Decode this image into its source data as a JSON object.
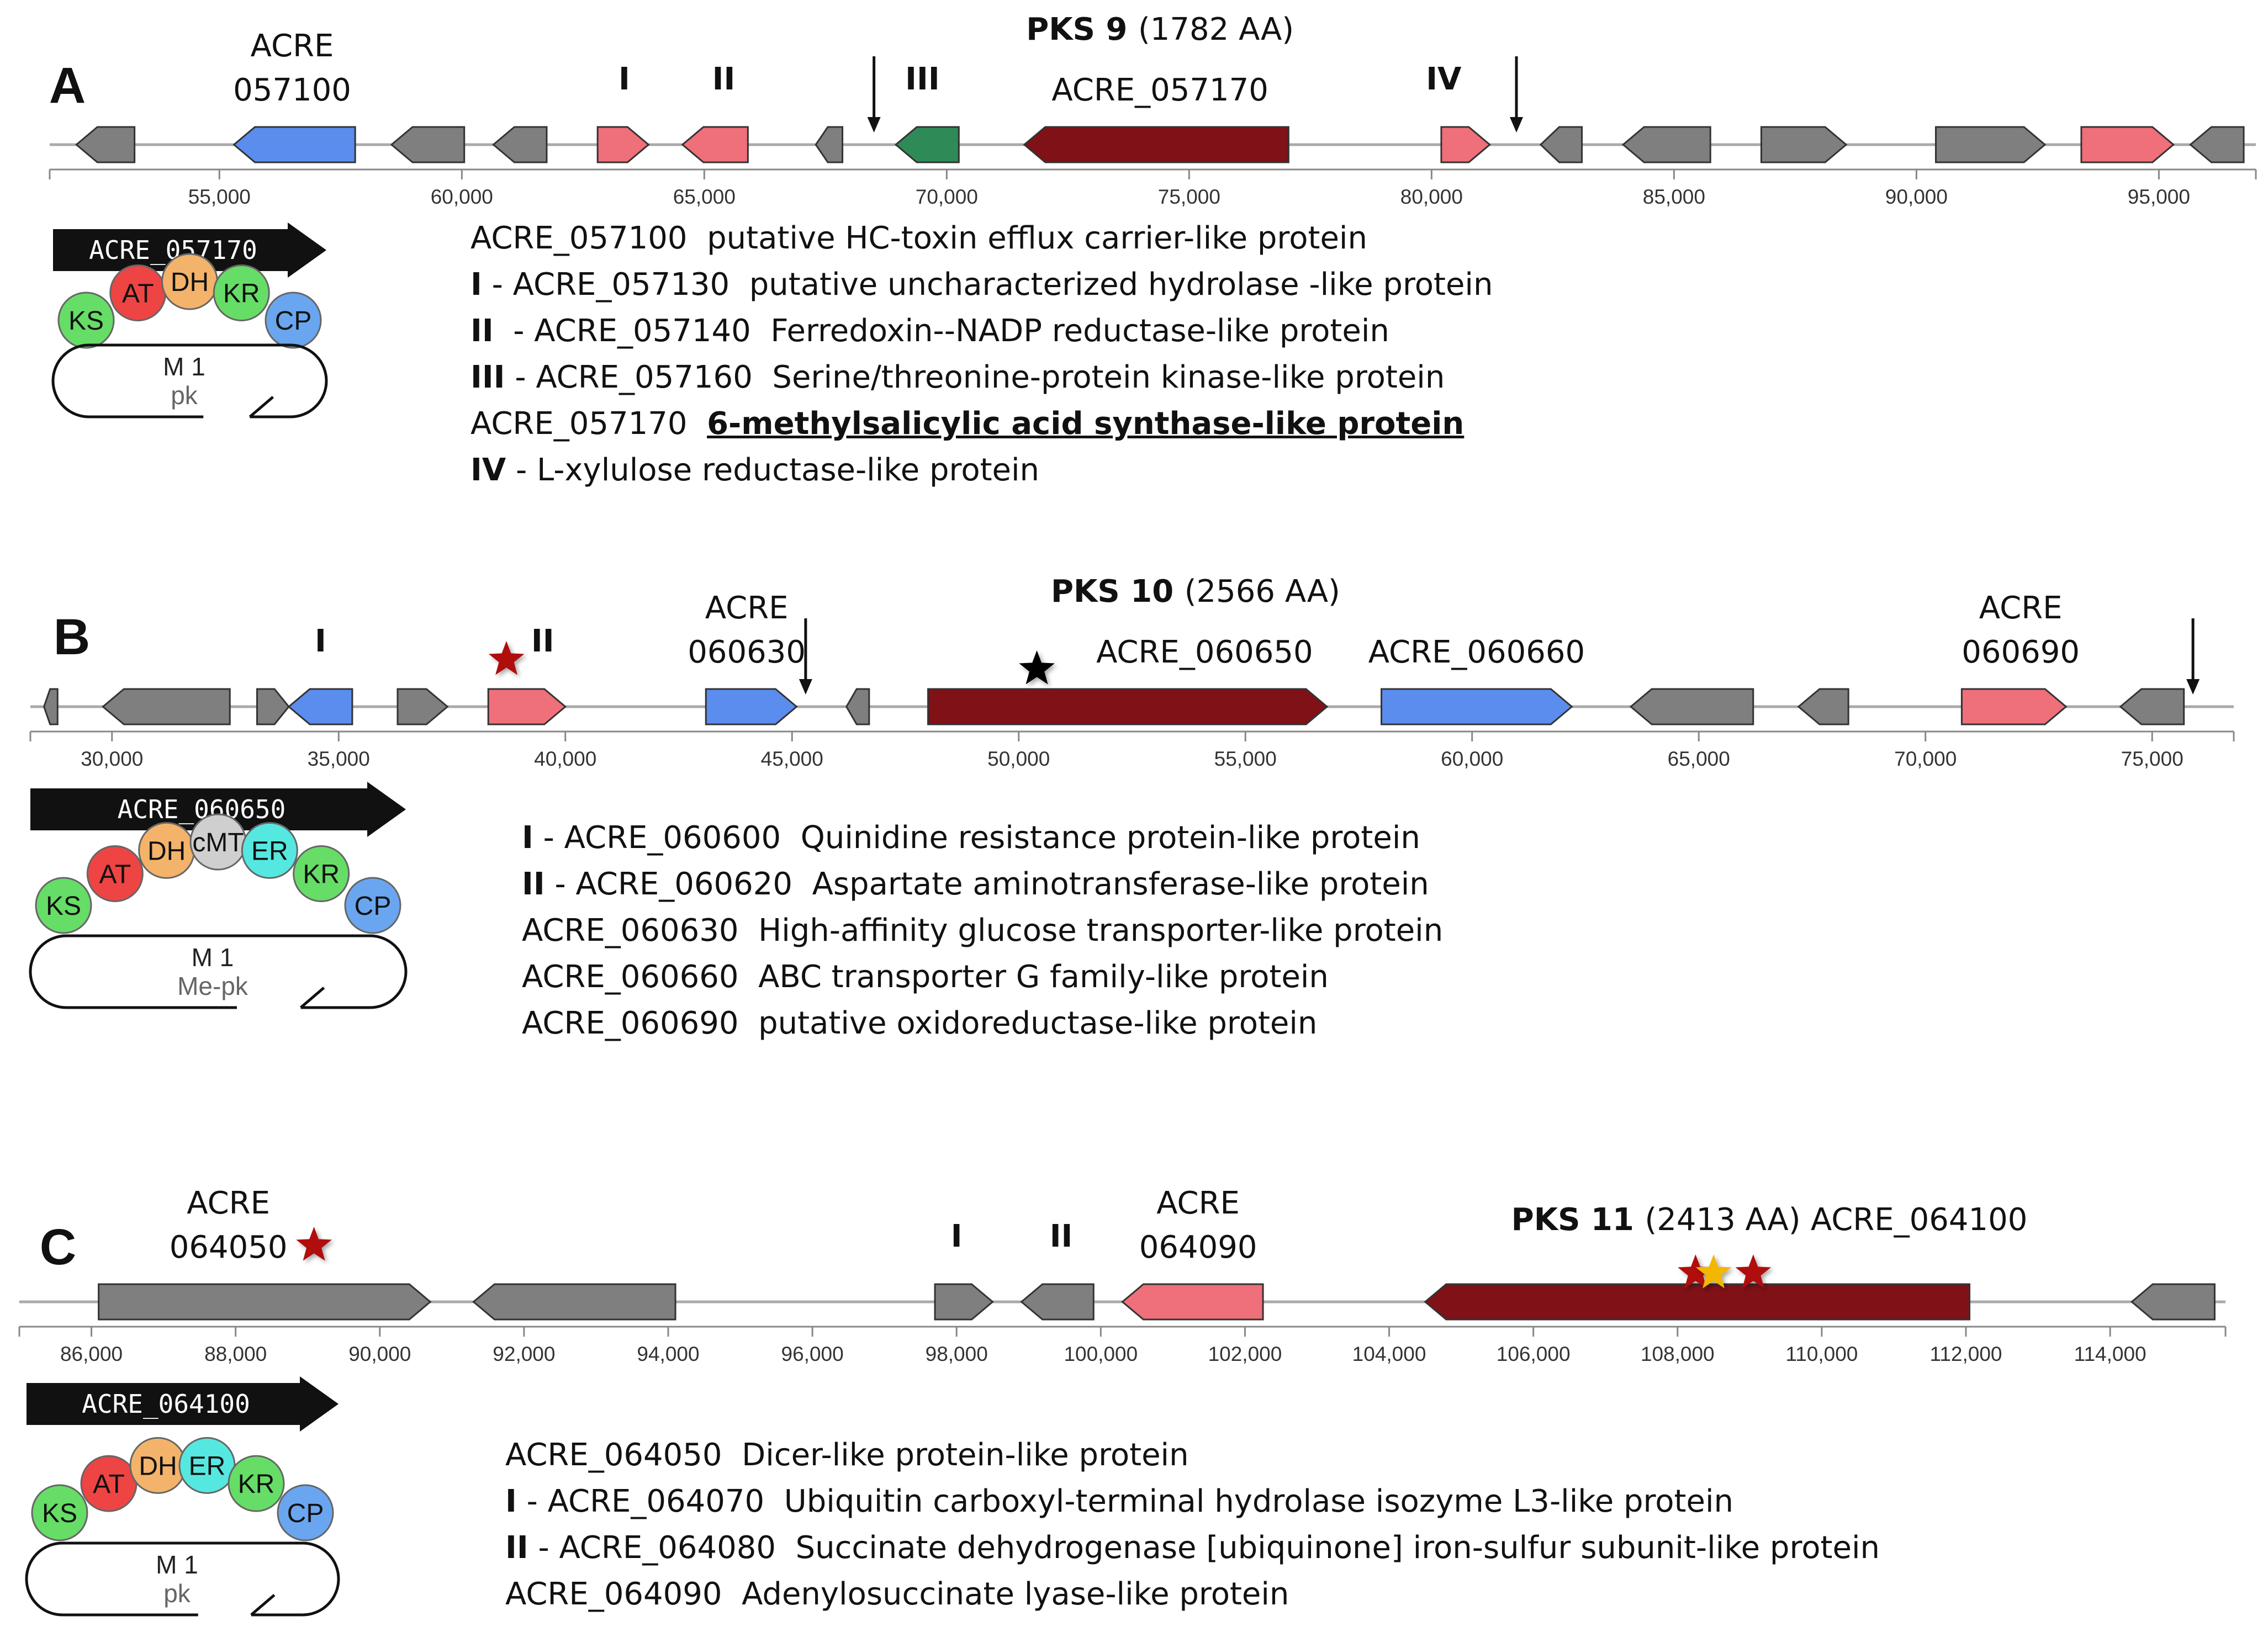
{
  "colors": {
    "gray": "#7f7f7f",
    "blue": "#5b8def",
    "pink": "#ef6f7a",
    "green": "#2e8b57",
    "darkred": "#7f1117",
    "star_red": "#b00a0a",
    "star_gold": "#f2b705",
    "ks": "#66dd66",
    "at": "#ee4444",
    "dh": "#f4b36a",
    "kr": "#66dd66",
    "cp": "#6aa6f0",
    "er": "#55e8e0",
    "cmt": "#cfcfcf"
  },
  "panels": [
    {
      "id": "A",
      "letter": "A",
      "axis": {
        "min": 51500,
        "max": 97000,
        "ticks": [
          55000,
          60000,
          65000,
          70000,
          75000,
          80000,
          85000,
          90000,
          95000
        ],
        "tick_labels": [
          "55,000",
          "60,000",
          "65,000",
          "70,000",
          "75,000",
          "80,000",
          "85,000",
          "90,000",
          "95,000"
        ]
      },
      "genes": [
        {
          "start": 52050,
          "end": 53250,
          "strand": "-",
          "color": "gray"
        },
        {
          "start": 55300,
          "end": 57800,
          "strand": "-",
          "color": "blue"
        },
        {
          "start": 58550,
          "end": 60050,
          "strand": "-",
          "color": "gray"
        },
        {
          "start": 60650,
          "end": 61750,
          "strand": "-",
          "color": "gray"
        },
        {
          "start": 62800,
          "end": 63850,
          "strand": "+",
          "color": "pink"
        },
        {
          "start": 64550,
          "end": 65900,
          "strand": "-",
          "color": "pink"
        },
        {
          "start": 67300,
          "end": 67850,
          "strand": "-",
          "color": "gray"
        },
        {
          "start": 68950,
          "end": 70250,
          "strand": "-",
          "color": "green"
        },
        {
          "start": 71600,
          "end": 77050,
          "strand": "-",
          "color": "darkred"
        },
        {
          "start": 80200,
          "end": 81200,
          "strand": "+",
          "color": "pink"
        },
        {
          "start": 82250,
          "end": 83100,
          "strand": "-",
          "color": "gray"
        },
        {
          "start": 83950,
          "end": 85750,
          "strand": "-",
          "color": "gray"
        },
        {
          "start": 86800,
          "end": 88550,
          "strand": "+",
          "color": "gray"
        },
        {
          "start": 90400,
          "end": 92650,
          "strand": "+",
          "color": "gray"
        },
        {
          "start": 93400,
          "end": 95300,
          "strand": "+",
          "color": "pink"
        },
        {
          "start": 95650,
          "end": 96750,
          "strand": "-",
          "color": "gray"
        }
      ],
      "labels": [
        {
          "pos": 56500,
          "lines": [
            "ACRE",
            "057100"
          ]
        },
        {
          "pos": 63350,
          "lines": [
            "I"
          ],
          "bold": true
        },
        {
          "pos": 65400,
          "lines": [
            "II"
          ],
          "bold": true
        },
        {
          "pos": 69500,
          "lines": [
            "III"
          ],
          "bold": true
        },
        {
          "pos": 74400,
          "lines": [
            "ACRE_057170"
          ]
        },
        {
          "pos": 80250,
          "lines": [
            "IV"
          ],
          "bold": true
        }
      ],
      "pks_title": {
        "pos": 74400,
        "name": "PKS 9",
        "size": "(1782 AA)"
      },
      "arrows": [
        68500,
        81750
      ],
      "stars": [],
      "domain_arrow_label": "ACRE_057170",
      "domains": [
        {
          "n": "KS",
          "c": "ks"
        },
        {
          "n": "AT",
          "c": "at"
        },
        {
          "n": "DH",
          "c": "dh"
        },
        {
          "n": "KR",
          "c": "kr"
        },
        {
          "n": "CP",
          "c": "cp"
        }
      ],
      "module": {
        "title": "M 1",
        "sub": "pk"
      },
      "descriptions": [
        {
          "prefix": "",
          "text": "ACRE_057100  putative HC-toxin efflux carrier-like protein"
        },
        {
          "prefix": "I",
          "text": " - ACRE_057130  putative uncharacterized hydrolase -like protein"
        },
        {
          "prefix": "II",
          "text": "  - ACRE_057140  Ferredoxin--NADP reductase-like protein"
        },
        {
          "prefix": "III",
          "text": " - ACRE_057160  Serine/threonine-protein kinase-like protein"
        },
        {
          "prefix": "",
          "text": "ACRE_057170  ",
          "emph": "6-methylsalicylic acid synthase-like protein"
        },
        {
          "prefix": "IV",
          "text": " - L-xylulose reductase-like protein"
        }
      ]
    },
    {
      "id": "B",
      "letter": "B",
      "axis": {
        "min": 28200,
        "max": 76800,
        "ticks": [
          30000,
          35000,
          40000,
          45000,
          50000,
          55000,
          60000,
          65000,
          70000,
          75000
        ],
        "tick_labels": [
          "30,000",
          "35,000",
          "40,000",
          "45,000",
          "50,000",
          "55,000",
          "60,000",
          "65,000",
          "70,000",
          "75,000"
        ]
      },
      "genes": [
        {
          "start": 28500,
          "end": 28800,
          "strand": "-",
          "color": "gray"
        },
        {
          "start": 29800,
          "end": 32600,
          "strand": "-",
          "color": "gray"
        },
        {
          "start": 33200,
          "end": 33900,
          "strand": "+",
          "color": "gray"
        },
        {
          "start": 33900,
          "end": 35300,
          "strand": "-",
          "color": "blue"
        },
        {
          "start": 36300,
          "end": 37400,
          "strand": "+",
          "color": "gray"
        },
        {
          "start": 38300,
          "end": 40000,
          "strand": "+",
          "color": "pink"
        },
        {
          "start": 43100,
          "end": 45100,
          "strand": "+",
          "color": "blue"
        },
        {
          "start": 46200,
          "end": 46700,
          "strand": "-",
          "color": "gray"
        },
        {
          "start": 48000,
          "end": 56800,
          "strand": "+",
          "color": "darkred"
        },
        {
          "start": 58000,
          "end": 62200,
          "strand": "+",
          "color": "blue"
        },
        {
          "start": 63500,
          "end": 66200,
          "strand": "-",
          "color": "gray"
        },
        {
          "start": 67200,
          "end": 68300,
          "strand": "-",
          "color": "gray"
        },
        {
          "start": 70800,
          "end": 73100,
          "strand": "+",
          "color": "pink"
        },
        {
          "start": 74300,
          "end": 75700,
          "strand": "-",
          "color": "gray"
        }
      ],
      "labels": [
        {
          "pos": 34600,
          "lines": [
            "I"
          ],
          "bold": true
        },
        {
          "pos": 39500,
          "lines": [
            "II"
          ],
          "bold": true
        },
        {
          "pos": 44000,
          "lines": [
            "ACRE",
            "060630"
          ]
        },
        {
          "pos": 54100,
          "lines": [
            "ACRE_060650"
          ],
          "star_before": true
        },
        {
          "pos": 60100,
          "lines": [
            "ACRE_060660"
          ]
        },
        {
          "pos": 72100,
          "lines": [
            "ACRE",
            "060690"
          ]
        }
      ],
      "pks_title": {
        "pos": 53900,
        "name": "PKS 10",
        "size": "(2566 AA)"
      },
      "arrows": [
        45300,
        75900
      ],
      "stars": [
        {
          "pos": 38700,
          "color": "star_red",
          "level": "high"
        },
        {
          "pos": 50400,
          "color": "black",
          "level": "mid"
        }
      ],
      "domain_arrow_label": "ACRE_060650",
      "domains": [
        {
          "n": "KS",
          "c": "ks"
        },
        {
          "n": "AT",
          "c": "at"
        },
        {
          "n": "DH",
          "c": "dh"
        },
        {
          "n": "cMT",
          "c": "cmt"
        },
        {
          "n": "ER",
          "c": "er"
        },
        {
          "n": "KR",
          "c": "kr"
        },
        {
          "n": "CP",
          "c": "cp"
        }
      ],
      "module": {
        "title": "M 1",
        "sub": "Me-pk"
      },
      "descriptions": [
        {
          "prefix": "I",
          "text": " - ACRE_060600  Quinidine resistance protein-like protein"
        },
        {
          "prefix": "II",
          "text": " - ACRE_060620  Aspartate aminotransferase-like protein"
        },
        {
          "prefix": "",
          "text": "ACRE_060630  High-affinity glucose transporter-like protein"
        },
        {
          "prefix": "",
          "text": "ACRE_060660  ABC transporter G family-like protein"
        },
        {
          "prefix": "",
          "text": "ACRE_060690  putative oxidoreductase-like protein"
        }
      ]
    },
    {
      "id": "C",
      "letter": "C",
      "axis": {
        "min": 85000,
        "max": 115600,
        "ticks": [
          86000,
          88000,
          90000,
          92000,
          94000,
          96000,
          98000,
          100000,
          102000,
          104000,
          106000,
          108000,
          110000,
          112000,
          114000
        ],
        "tick_labels": [
          "86,000",
          "88,000",
          "90,000",
          "92,000",
          "94,000",
          "96,000",
          "98,000",
          "100,000",
          "102,000",
          "104,000",
          "106,000",
          "108,000",
          "110,000",
          "112,000",
          "114,000"
        ]
      },
      "genes": [
        {
          "start": 86100,
          "end": 90700,
          "strand": "+",
          "color": "gray"
        },
        {
          "start": 91300,
          "end": 94100,
          "strand": "-",
          "color": "gray"
        },
        {
          "start": 97700,
          "end": 98500,
          "strand": "+",
          "color": "gray"
        },
        {
          "start": 98900,
          "end": 99900,
          "strand": "-",
          "color": "gray"
        },
        {
          "start": 100300,
          "end": 102250,
          "strand": "-",
          "color": "pink"
        },
        {
          "start": 104500,
          "end": 112050,
          "strand": "-",
          "color": "darkred"
        },
        {
          "start": 114300,
          "end": 115450,
          "strand": "-",
          "color": "gray"
        }
      ],
      "labels": [
        {
          "pos": 87900,
          "lines": [
            "ACRE",
            "064050"
          ],
          "star_after": true
        },
        {
          "pos": 98000,
          "lines": [
            "I"
          ],
          "bold": true
        },
        {
          "pos": 99450,
          "lines": [
            "II"
          ],
          "bold": true
        },
        {
          "pos": 101350,
          "lines": [
            "ACRE",
            "064090"
          ]
        },
        {
          "pos": 111350,
          "lines": [
            "ACRE_064100"
          ]
        }
      ],
      "pks_title": {
        "pos": 107700,
        "name": "PKS 11",
        "size": "(2413 AA)"
      },
      "arrows": [],
      "stars": [
        {
          "pos": 108250,
          "color": "star_red",
          "level": "low"
        },
        {
          "pos": 108500,
          "color": "star_gold",
          "level": "low"
        },
        {
          "pos": 109050,
          "color": "star_red",
          "level": "low"
        }
      ],
      "domain_arrow_label": "ACRE_064100",
      "domains": [
        {
          "n": "KS",
          "c": "ks"
        },
        {
          "n": "AT",
          "c": "at"
        },
        {
          "n": "DH",
          "c": "dh"
        },
        {
          "n": "ER",
          "c": "er"
        },
        {
          "n": "KR",
          "c": "kr"
        },
        {
          "n": "CP",
          "c": "cp"
        }
      ],
      "module": {
        "title": "M 1",
        "sub": "pk"
      },
      "descriptions": [
        {
          "prefix": "",
          "text": "ACRE_064050  Dicer-like protein-like protein"
        },
        {
          "prefix": "I",
          "text": " - ACRE_064070  Ubiquitin carboxyl-terminal hydrolase isozyme L3-like protein"
        },
        {
          "prefix": "II",
          "text": " - ACRE_064080  Succinate dehydrogenase [ubiquinone] iron-sulfur subunit-like protein"
        },
        {
          "prefix": "",
          "text": "ACRE_064090  Adenylosuccinate lyase-like protein"
        }
      ]
    }
  ]
}
